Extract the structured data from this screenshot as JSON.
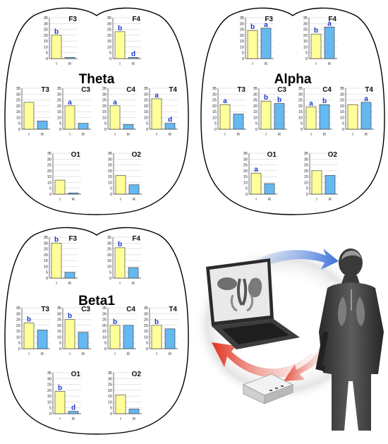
{
  "colors": {
    "I": "#ffff99",
    "R": "#66b8f0",
    "sig": "#1a36c8"
  },
  "categories": [
    "I",
    "R"
  ],
  "yaxis_ticks": [
    0,
    5,
    10,
    15,
    20,
    25,
    30,
    35
  ],
  "chart_data": [
    {
      "type": "bar",
      "band": "Theta",
      "ylim": [
        0,
        35
      ],
      "charts": [
        {
          "title": "F3",
          "categories": [
            "I",
            "R"
          ],
          "values": [
            20,
            1
          ],
          "labels": [
            "b",
            ""
          ]
        },
        {
          "title": "F4",
          "categories": [
            "I",
            "R"
          ],
          "values": [
            23,
            1
          ],
          "labels": [
            "b",
            "d"
          ]
        },
        {
          "title": "T3",
          "categories": [
            "I",
            "R"
          ],
          "values": [
            23,
            7
          ],
          "labels": [
            "",
            ""
          ]
        },
        {
          "title": "C3",
          "categories": [
            "I",
            "R"
          ],
          "values": [
            20,
            5
          ],
          "labels": [
            "a",
            ""
          ]
        },
        {
          "title": "C4",
          "categories": [
            "I",
            "R"
          ],
          "values": [
            20,
            4
          ],
          "labels": [
            "a",
            ""
          ]
        },
        {
          "title": "T4",
          "categories": [
            "I",
            "R"
          ],
          "values": [
            26,
            5
          ],
          "labels": [
            "a",
            "d"
          ]
        },
        {
          "title": "O1",
          "categories": [
            "I",
            "R"
          ],
          "values": [
            12,
            1
          ],
          "labels": [
            "",
            ""
          ]
        },
        {
          "title": "O2",
          "categories": [
            "I",
            "R"
          ],
          "values": [
            16,
            8
          ],
          "labels": [
            "",
            ""
          ]
        }
      ]
    },
    {
      "type": "bar",
      "band": "Alpha",
      "ylim": [
        0,
        35
      ],
      "charts": [
        {
          "title": "F3",
          "categories": [
            "I",
            "R"
          ],
          "values": [
            24,
            26
          ],
          "labels": [
            "b",
            "a"
          ]
        },
        {
          "title": "F4",
          "categories": [
            "I",
            "R"
          ],
          "values": [
            21,
            27
          ],
          "labels": [
            "b",
            "a"
          ]
        },
        {
          "title": "T3",
          "categories": [
            "I",
            "R"
          ],
          "values": [
            21,
            13
          ],
          "labels": [
            "a",
            ""
          ]
        },
        {
          "title": "C3",
          "categories": [
            "I",
            "R"
          ],
          "values": [
            24,
            22
          ],
          "labels": [
            "b",
            "b"
          ]
        },
        {
          "title": "C4",
          "categories": [
            "I",
            "R"
          ],
          "values": [
            19,
            21
          ],
          "labels": [
            "a",
            "b"
          ]
        },
        {
          "title": "T4",
          "categories": [
            "I",
            "R"
          ],
          "values": [
            21,
            23
          ],
          "labels": [
            "",
            "a"
          ]
        },
        {
          "title": "O1",
          "categories": [
            "I",
            "R"
          ],
          "values": [
            18,
            9
          ],
          "labels": [
            "a",
            ""
          ]
        },
        {
          "title": "O2",
          "categories": [
            "I",
            "R"
          ],
          "values": [
            20,
            16
          ],
          "labels": [
            "",
            ""
          ]
        }
      ]
    },
    {
      "type": "bar",
      "band": "Beta1",
      "ylim": [
        0,
        35
      ],
      "charts": [
        {
          "title": "F3",
          "categories": [
            "I",
            "R"
          ],
          "values": [
            30,
            5
          ],
          "labels": [
            "b",
            ""
          ]
        },
        {
          "title": "F4",
          "categories": [
            "I",
            "R"
          ],
          "values": [
            26,
            9
          ],
          "labels": [
            "b",
            ""
          ]
        },
        {
          "title": "T3",
          "categories": [
            "I",
            "R"
          ],
          "values": [
            22,
            16
          ],
          "labels": [
            "b",
            ""
          ]
        },
        {
          "title": "C3",
          "categories": [
            "I",
            "R"
          ],
          "values": [
            25,
            14
          ],
          "labels": [
            "b",
            ""
          ]
        },
        {
          "title": "C4",
          "categories": [
            "I",
            "R"
          ],
          "values": [
            20,
            20
          ],
          "labels": [
            "b",
            ""
          ]
        },
        {
          "title": "T4",
          "categories": [
            "I",
            "R"
          ],
          "values": [
            20,
            17
          ],
          "labels": [
            "b",
            ""
          ]
        },
        {
          "title": "O1",
          "categories": [
            "I",
            "R"
          ],
          "values": [
            19,
            2
          ],
          "labels": [
            "b",
            "d"
          ]
        },
        {
          "title": "O2",
          "categories": [
            "I",
            "R"
          ],
          "values": [
            16,
            4
          ],
          "labels": [
            "",
            ""
          ]
        }
      ]
    }
  ]
}
